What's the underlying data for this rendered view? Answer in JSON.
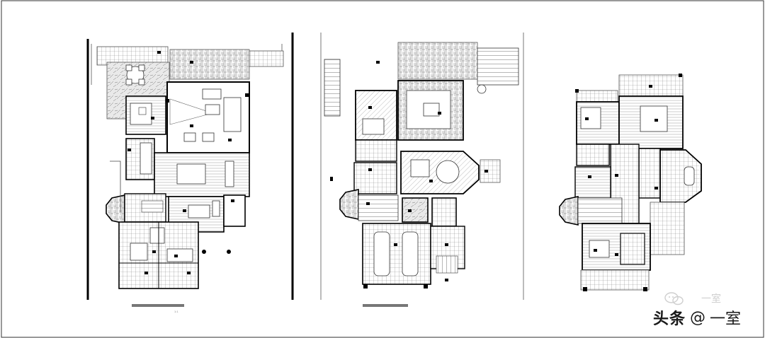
{
  "drawing": {
    "plans": [
      {
        "name": "floor-plan-1"
      },
      {
        "name": "floor-plan-2"
      },
      {
        "name": "floor-plan-3"
      }
    ]
  },
  "watermark": {
    "platform": "头条",
    "at": "@",
    "account": "一室",
    "logo_text": "一室"
  }
}
